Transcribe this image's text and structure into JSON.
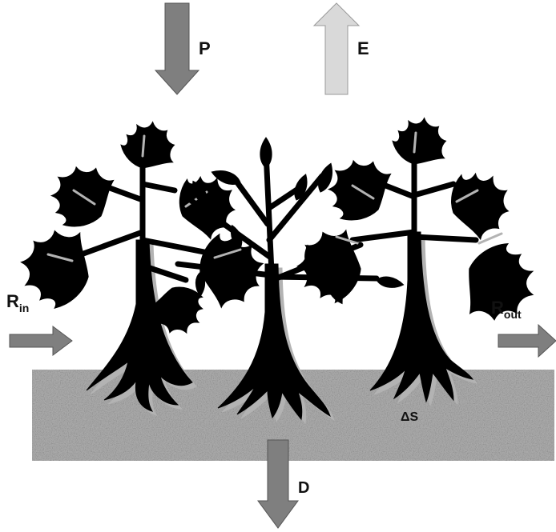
{
  "labels": {
    "precipitation": "P",
    "evaporation": "E",
    "runoff_in_main": "R",
    "runoff_in_sub": "in",
    "runoff_out_main": "R",
    "runoff_out_sub": "out",
    "storage_change": "ΔS",
    "drainage": "D"
  },
  "colors": {
    "flow_arrow": "#7f7f7f",
    "evaporation_arrow": "#d9d9d9",
    "tree": "#000000",
    "tree_shadow": "#b3b3b3",
    "soil": "#a9a9a9"
  }
}
